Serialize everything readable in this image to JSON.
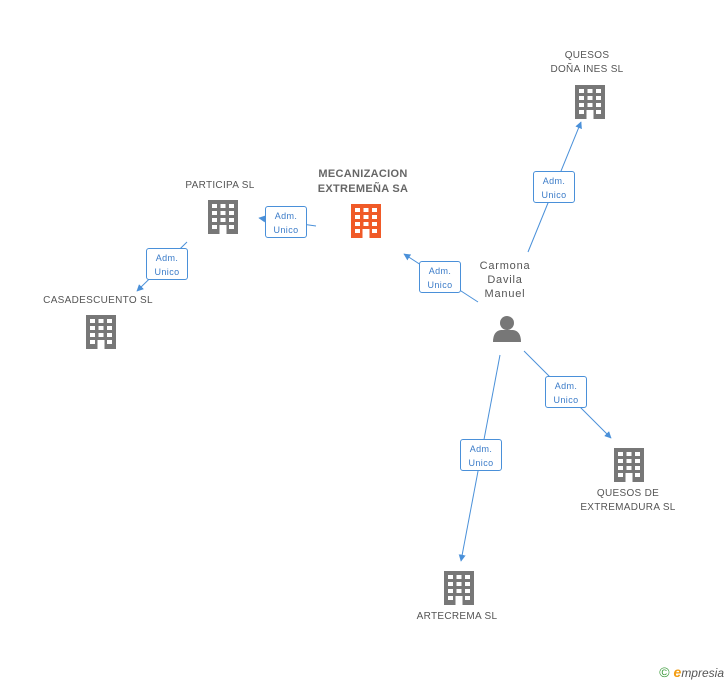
{
  "colors": {
    "edge": "#4a90d9",
    "building": "#777777",
    "building_main": "#f05a28",
    "person": "#777777"
  },
  "nodes": {
    "main": {
      "line1": "MECANIZACION",
      "line2": "EXTREMEÑA SA"
    },
    "participa": {
      "line1": "PARTICIPA SL"
    },
    "casadescuento": {
      "line1": "CASADESCUENTO SL"
    },
    "quesos_dona": {
      "line1": "QUESOS",
      "line2": "DOÑA INES SL"
    },
    "person": {
      "line1": "Carmona",
      "line2": "Davila",
      "line3": "Manuel"
    },
    "quesos_ext": {
      "line1": "QUESOS DE",
      "line2": "EXTREMADURA SL"
    },
    "artecrema": {
      "line1": "ARTECREMA SL"
    }
  },
  "edges": {
    "main_participa": {
      "line1": "Adm.",
      "line2": "Unico"
    },
    "participa_casadescuento": {
      "line1": "Adm.",
      "line2": "Unico"
    },
    "person_main": {
      "line1": "Adm.",
      "line2": "Unico"
    },
    "person_quesos_dona": {
      "line1": "Adm.",
      "line2": "Unico"
    },
    "person_quesos_ext": {
      "line1": "Adm.",
      "line2": "Unico"
    },
    "person_artecrema": {
      "line1": "Adm.",
      "line2": "Unico"
    }
  },
  "footer": {
    "copyright": "©",
    "brand_initial": "e",
    "brand_rest": "mpresia"
  }
}
